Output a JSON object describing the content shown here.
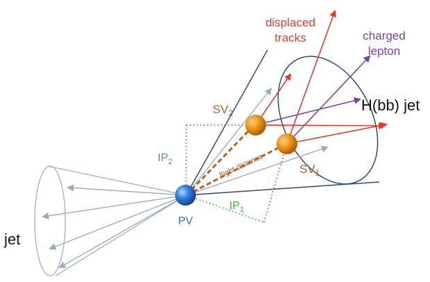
{
  "labels": {
    "displaced_line1": "displaced",
    "displaced_line2": "tracks",
    "charged_line1": "charged",
    "charged_line2": "lepton",
    "hbb_jet": "H(bb) jet",
    "sv2_main": "SV",
    "sv2_sub": "2",
    "sv1_main": "SV",
    "sv1_sub": "1",
    "ip2_main": "IP",
    "ip2_sub": "2",
    "ip1_main": "IP",
    "ip1_sub": "1",
    "flight_distance": "flight distance",
    "pv": "PV",
    "jet": "jet"
  },
  "colors": {
    "red": "#e8392b",
    "purple": "#7a3fa8",
    "orange": "#b8612a",
    "green": "#4aa84a",
    "blue": "#3a6fb8",
    "cone_hbb": "#2a4a7a",
    "cone_jet": "#a9b9cc",
    "arrow_gray": "#9aabc4"
  }
}
